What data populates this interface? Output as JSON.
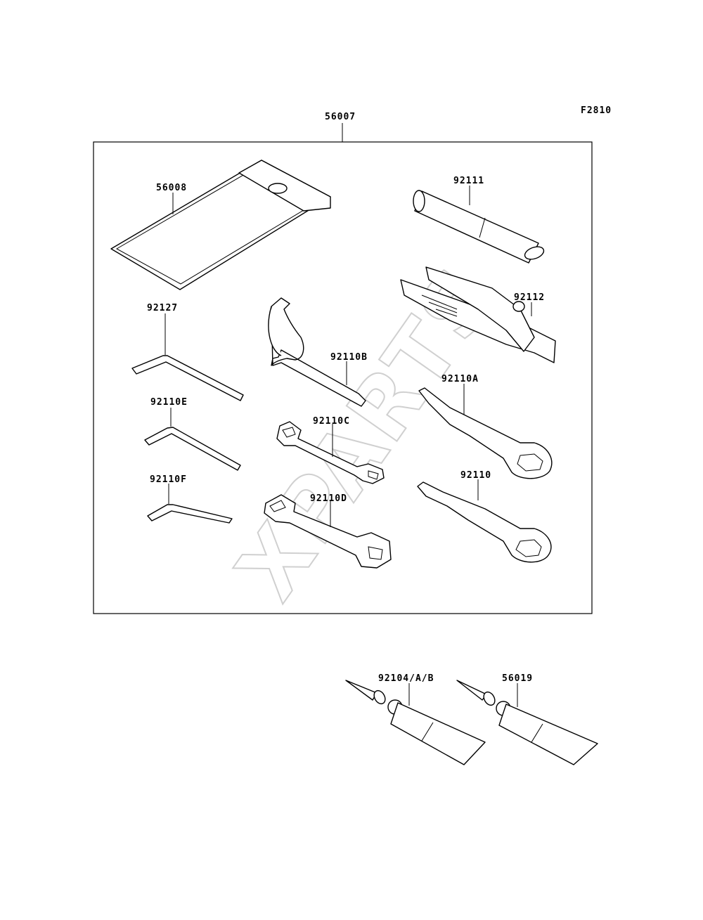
{
  "diagram_code": "F2810",
  "watermark": "XPARTS",
  "parts": {
    "kit": "56007",
    "pouch": "56008",
    "handle": "92111",
    "pliers": "92112",
    "hex_92127": "92127",
    "hook_wrench": "92110B",
    "box_wrench_a": "92110A",
    "hex_92110e": "92110E",
    "wrench_small": "92110C",
    "box_wrench": "92110",
    "hex_92110f": "92110F",
    "wrench_large": "92110D",
    "grease_1": "92104/A/B",
    "grease_2": "56019"
  }
}
